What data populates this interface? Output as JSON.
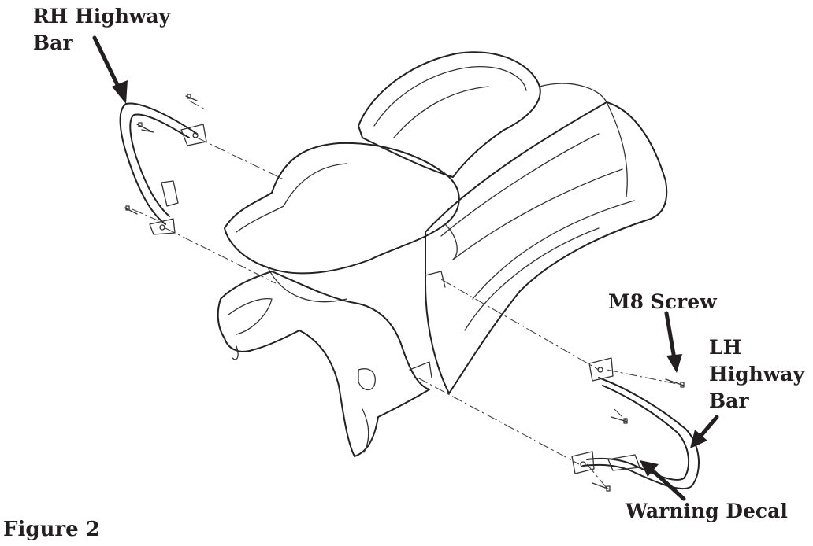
{
  "labels": {
    "rh_highway_bar_line1": "RH Highway",
    "rh_highway_bar_line2": "Bar",
    "m8_screw": "M8 Screw",
    "lh_highway_bar_line1": "LH",
    "lh_highway_bar_line2": "Highway",
    "lh_highway_bar_line3": "Bar",
    "warning_decal": "Warning Decal",
    "figure_caption": "Figure 2"
  },
  "colors": {
    "ink": "#231f20",
    "background": "#ffffff"
  }
}
